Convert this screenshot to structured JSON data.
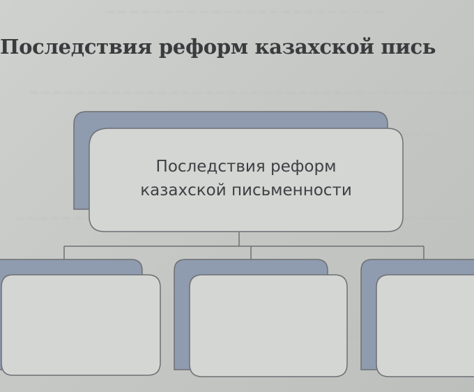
{
  "heading": "Последствия реформ казахской пись",
  "main_box": {
    "lines": [
      "Последствия реформ",
      "казахской письменности"
    ]
  },
  "child_boxes": [
    {
      "text": ""
    },
    {
      "text": ""
    },
    {
      "text": ""
    }
  ],
  "colors": {
    "shadow_tab": "#8f9bae",
    "box_fill": "#d4d6d4",
    "outline": "#6e6f73",
    "text": "#3f4043"
  }
}
